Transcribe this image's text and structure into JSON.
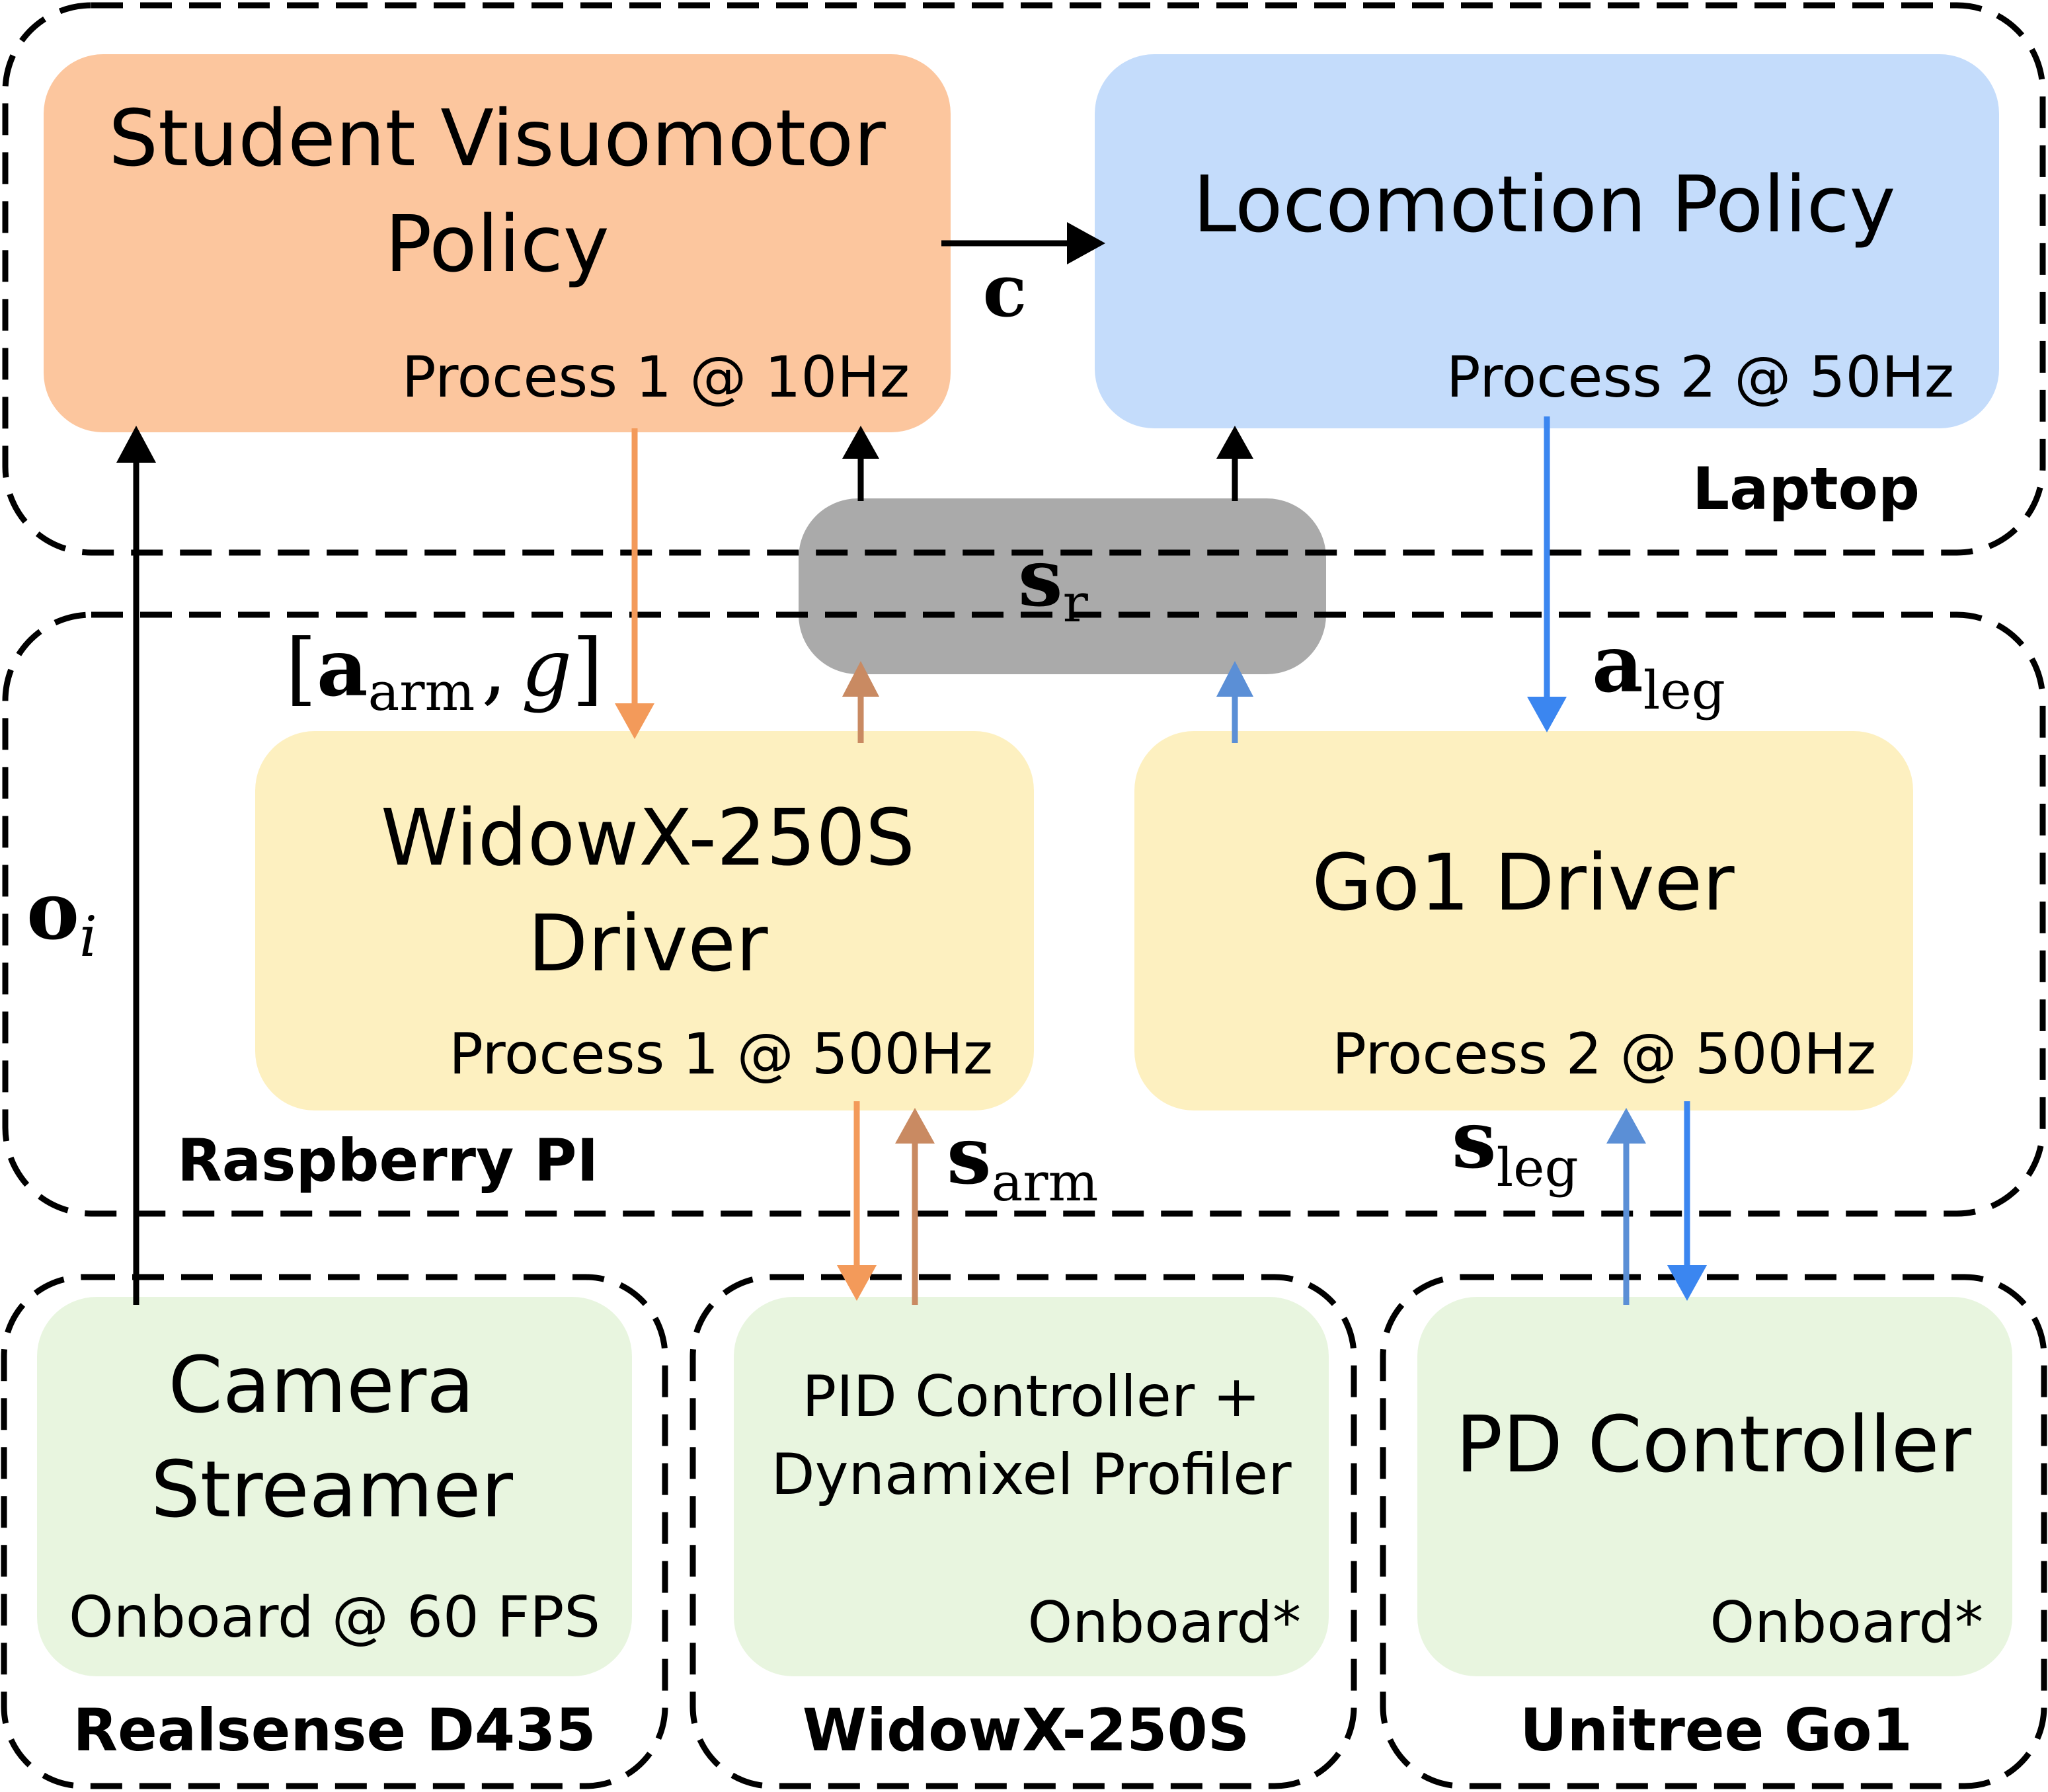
{
  "groups": {
    "laptop": "Laptop",
    "raspberry": "Raspberry PI",
    "realsense": "Realsense D435",
    "widowx": "WidowX-250S",
    "go1": "Unitree Go1"
  },
  "blocks": {
    "student_policy": {
      "line1": "Student Visuomotor",
      "line2": "Policy",
      "rate": "Process 1 @ 10Hz"
    },
    "locomotion_policy": {
      "line1": "Locomotion Policy",
      "rate": "Process 2 @ 50Hz"
    },
    "widowx_driver": {
      "line1": "WidowX-250S",
      "line2": "Driver",
      "rate": "Process 1 @ 500Hz"
    },
    "go1_driver": {
      "line1": "Go1 Driver",
      "rate": "Process 2 @ 500Hz"
    },
    "camera_streamer": {
      "line1": "Camera",
      "line2": "Streamer",
      "rate": "Onboard @ 60 FPS"
    },
    "pid_controller": {
      "line1": "PID Controller +",
      "line2": "Dynamixel Profiler",
      "rate": "Onboard*"
    },
    "pd_controller": {
      "line1": "PD Controller",
      "rate": "Onboard*"
    },
    "shared_state": {
      "base": "s",
      "sub": "r"
    }
  },
  "signals": {
    "c": {
      "base": "c"
    },
    "o_i": {
      "base": "o",
      "sub": "i"
    },
    "a_arm_g": {
      "open": "[",
      "base": "a",
      "sub": "arm",
      "sep": ",",
      "g": "g",
      "close": "]"
    },
    "a_leg": {
      "base": "a",
      "sub": "leg"
    },
    "s_arm": {
      "base": "s",
      "sub": "arm"
    },
    "s_leg": {
      "base": "s",
      "sub": "leg"
    }
  },
  "colors": {
    "student_fill": "#FCC69E",
    "locomotion_fill": "#C4DCFB",
    "driver_fill": "#FDF0C0",
    "onboard_fill": "#E8F5DF",
    "shared_fill": "#AAAAAA",
    "orange_arrow": "#F39A5A",
    "brown_arrow": "#C98A62",
    "blue_arrow": "#3B86F0",
    "steel_arrow": "#5B8FD6",
    "black": "#000000"
  }
}
